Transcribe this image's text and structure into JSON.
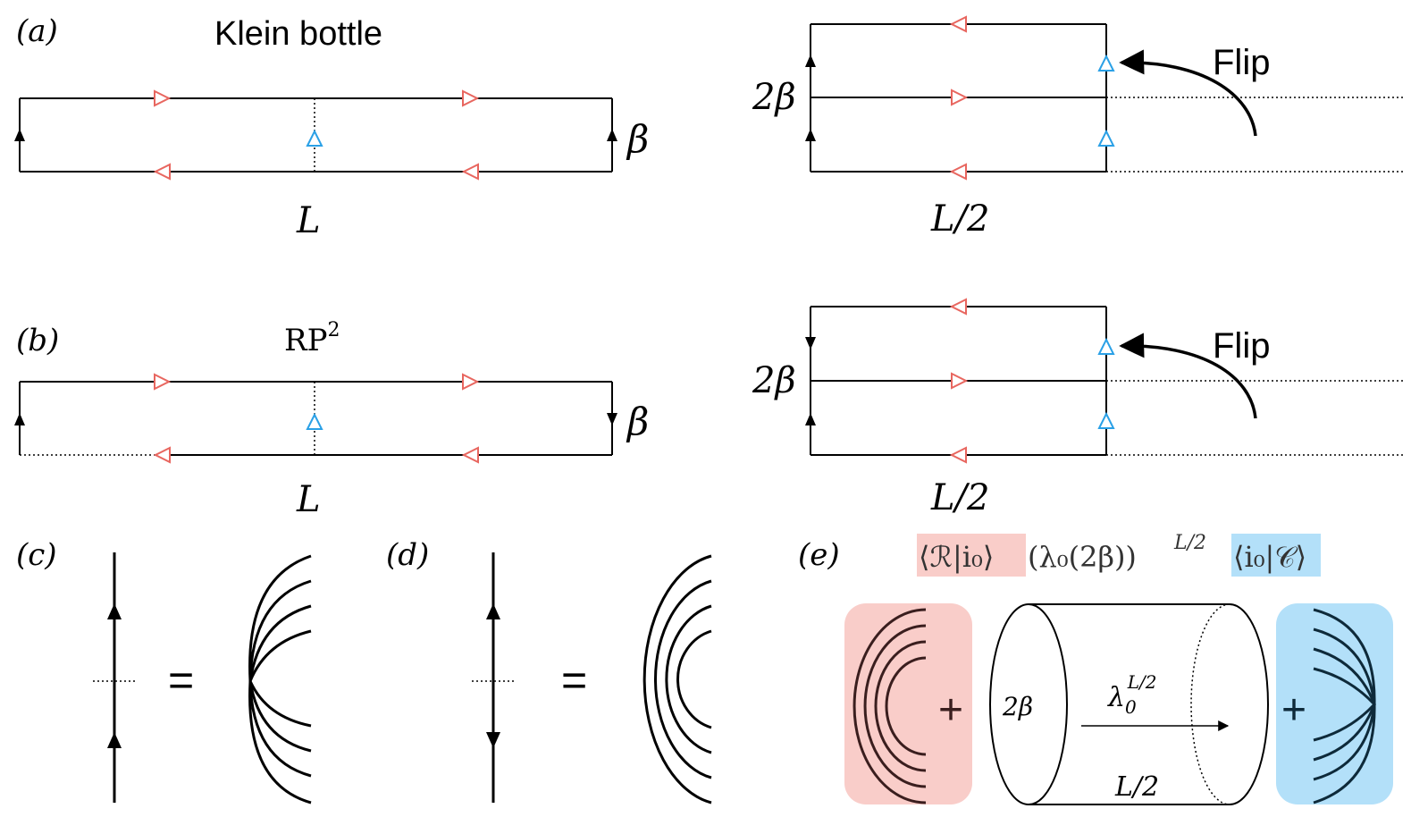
{
  "panels": {
    "a": {
      "label": "(a)",
      "title": "Klein bottle",
      "height_label": "β",
      "width_label": "L",
      "folded_width_label": "L/2",
      "folded_height_label": "2β",
      "flip_label": "Flip"
    },
    "b": {
      "label": "(b)",
      "title_base": "RP",
      "title_sup": "2",
      "height_label": "β",
      "width_label": "L",
      "folded_width_label": "L/2",
      "folded_height_label": "2β",
      "flip_label": "Flip"
    },
    "c": {
      "label": "(c)",
      "equals": "="
    },
    "d": {
      "label": "(d)",
      "equals": "="
    },
    "e": {
      "label": "(e)",
      "formula_left": "⟨ℛ|i₀⟩",
      "formula_mid": "(λ₀(2β))",
      "formula_exp": "L/2",
      "formula_right": "⟨i₀|𝒞⟩",
      "plus": "+",
      "cylinder_height": "2β",
      "cylinder_lambda": "λ",
      "cylinder_lambda_sub": "0",
      "cylinder_lambda_sup": "L/2",
      "cylinder_length": "L/2"
    }
  },
  "colors": {
    "line": "#000000",
    "red_arrow": "#e8665f",
    "blue_arrow": "#2aa0e6",
    "red_box": "#f9cdc9",
    "blue_box": "#b3e0f9"
  }
}
